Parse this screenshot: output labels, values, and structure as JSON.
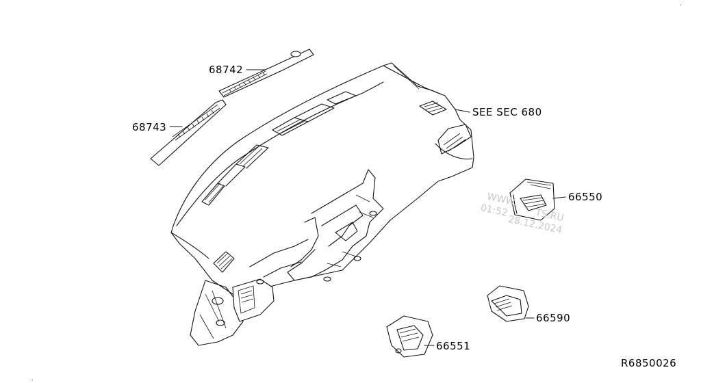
{
  "labels": {
    "p68742": "68742",
    "p68743": "68743",
    "see_sec": "SEE SEC 680",
    "p66550": "66550",
    "p66590": "66590",
    "p66551": "66551",
    "ref": "R6850026"
  },
  "watermark": {
    "line1": "WWW.",
    "line2": "01:52",
    "line3": "TS.RU",
    "line4": "28.12.2024"
  },
  "colors": {
    "line": "#111111",
    "background": "#ffffff",
    "watermark": "#c8c8c8"
  }
}
